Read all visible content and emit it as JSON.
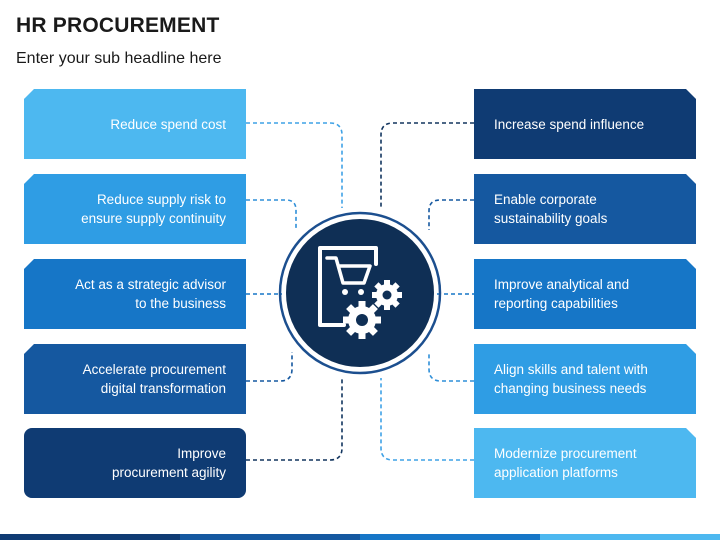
{
  "header": {
    "title": "HR PROCUREMENT",
    "subtitle": "Enter your sub headline here"
  },
  "left_items": [
    {
      "label": "Reduce spend cost",
      "color": "#4db8f0"
    },
    {
      "label": "Reduce supply risk to\nensure supply continuity",
      "color": "#2f9de4"
    },
    {
      "label": "Act as a strategic advisor\nto the business",
      "color": "#1676c7"
    },
    {
      "label": "Accelerate procurement\ndigital transformation",
      "color": "#1558a0"
    },
    {
      "label": "Improve\nprocurement agility",
      "color": "#0f3b73"
    }
  ],
  "right_items": [
    {
      "label": "Increase spend influence",
      "color": "#0f3b73"
    },
    {
      "label": "Enable corporate\nsustainability goals",
      "color": "#1558a0"
    },
    {
      "label": "Improve analytical and\nreporting capabilities",
      "color": "#1676c7"
    },
    {
      "label": "Align skills and talent with\nchanging business needs",
      "color": "#2f9de4"
    },
    {
      "label": "Modernize procurement\napplication platforms",
      "color": "#4db8f0"
    }
  ],
  "center_icon": "shopping-cart-gears-icon",
  "colors": {
    "hub_dark": "#0f2f55",
    "hub_ring": "#1c4f8f",
    "connector_light": "#3fa2e6",
    "connector_dark": "#12355f"
  }
}
